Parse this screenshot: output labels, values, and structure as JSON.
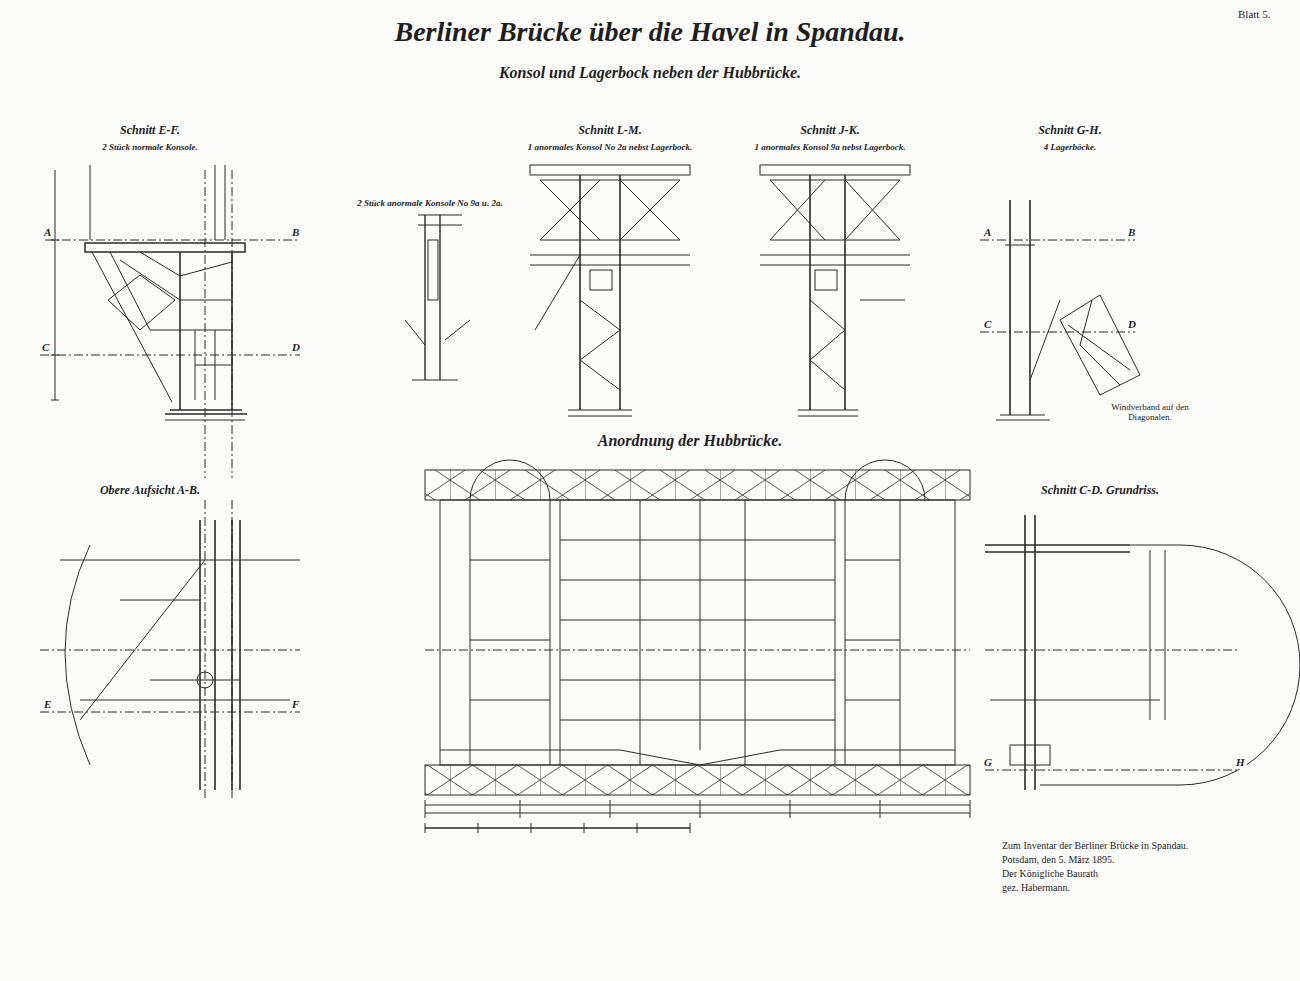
{
  "diagram": {
    "title": "Berliner Brücke über die Havel in Spandau.",
    "labels": [
      "Blatt 5.",
      "Konsol und Lagerbock neben der Hubbrücke.",
      "Schnitt E-F.",
      "2 Stück normale Konsole.",
      "2 Stück anormale Konsole No 9a u. 2a.",
      "Schnitt L-M.",
      "1 anormales Konsol No 2a nebst Lagerbock.",
      "Schnitt J-K.",
      "1 anormales Konsol 9a nebst Lagerbock.",
      "Schnitt G-H.",
      "4 Lagerböcke.",
      "Windverband auf den Diagonalen.",
      "Obere Aufsicht A-B.",
      "Anordnung der Hubbrücke.",
      "Schnitt C-D. Grundriss.",
      "Zum Inventar der Berliner Brücke in Spandau.",
      "Potsdam, den 5. März 1895.",
      "Der Königliche Baurath",
      "gez. Habermann.",
      "A",
      "B",
      "C",
      "D",
      "E",
      "F",
      "A",
      "B",
      "C",
      "D",
      "G",
      "H"
    ]
  }
}
